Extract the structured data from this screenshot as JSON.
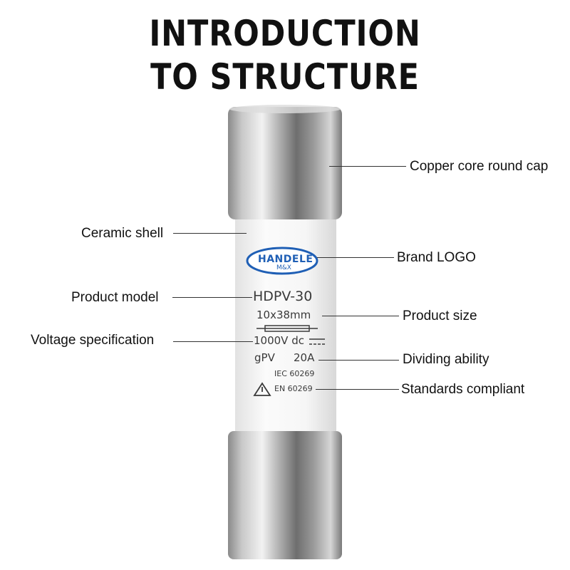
{
  "title": {
    "line1": "INTRODUCTION",
    "line2": "TO STRUCTURE"
  },
  "fuse": {
    "brand": "HANDELE",
    "brand_sub": "M&X",
    "model": "HDPV-30",
    "size": "10x38mm",
    "voltage": "1000V dc",
    "rating_type": "gPV",
    "current": "20A",
    "standard1": "IEC 60269",
    "standard2": "EN 60269"
  },
  "labels": {
    "cap": "Copper core round cap",
    "shell": "Ceramic shell",
    "logo": "Brand LOGO",
    "model": "Product model",
    "size": "Product size",
    "voltage": "Voltage specification",
    "breaking": "Dividing ability",
    "standards": "Standards compliant"
  },
  "colors": {
    "logo_blue": "#1f5fb5",
    "cap_metal": "#b9b9b9",
    "shell": "#f4f4f4"
  }
}
